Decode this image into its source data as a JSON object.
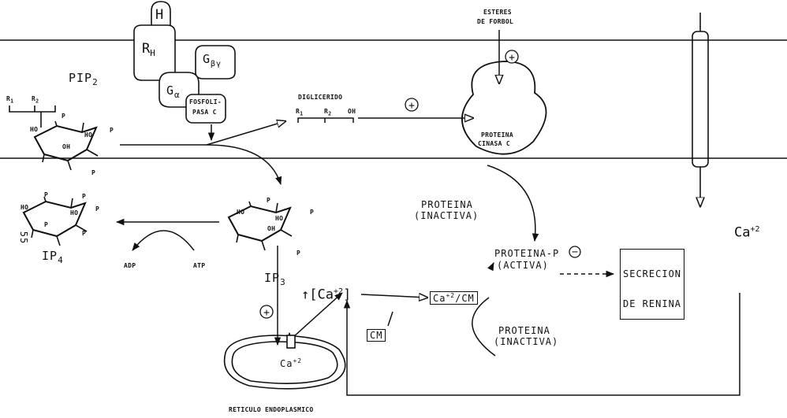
{
  "membrane": {
    "hormone": "H",
    "receptor": "R",
    "receptor_sub": "H",
    "g_alpha": "G",
    "g_alpha_sub": "α",
    "g_beta_gamma": "G",
    "g_beta_gamma_sub": "βγ",
    "phospholipase": [
      "FOSFOLI-",
      "PASA C"
    ],
    "pip2": "PIP",
    "pip2_sub": "2"
  },
  "phorbol": [
    "ESTERES",
    "DE FORBOL"
  ],
  "diacylglycerol": {
    "label": "DIGLICERIDO",
    "r1": "R",
    "r2": "R",
    "oh": "OH"
  },
  "pkc": [
    "PROTEINA",
    "CINASA C"
  ],
  "ring_labels": {
    "ho": "HO",
    "oh": "OH",
    "p": "P"
  },
  "chains": {
    "r1": "R",
    "r2": "R",
    "sub1": "1",
    "sub2": "2"
  },
  "ip4": {
    "label": "IP",
    "sub": "4",
    "margin_number": "55"
  },
  "ip3": {
    "label": "IP",
    "sub": "3"
  },
  "adp": "ADP",
  "atp": "ATP",
  "calcium": {
    "cytosolic": "↑[Ca",
    "sup": "+2",
    "close": "]",
    "channel": "Ca",
    "er": "Ca"
  },
  "calmodulin": {
    "cm": "CM",
    "complex": "Ca",
    "complex_tail": "/CM"
  },
  "protein_inactive_1": [
    "PROTEINA",
    "(INACTIVA)"
  ],
  "protein_active": [
    "PROTEINA-P",
    "(ACTIVA)"
  ],
  "protein_inactive_2": [
    "PROTEINA",
    "(INACTIVA)"
  ],
  "renin": [
    "SECRECION",
    "DE RENINA"
  ],
  "er_label": "RETICULO ENDOPLASMICO",
  "signs": {
    "plus": "+",
    "minus": "−"
  }
}
